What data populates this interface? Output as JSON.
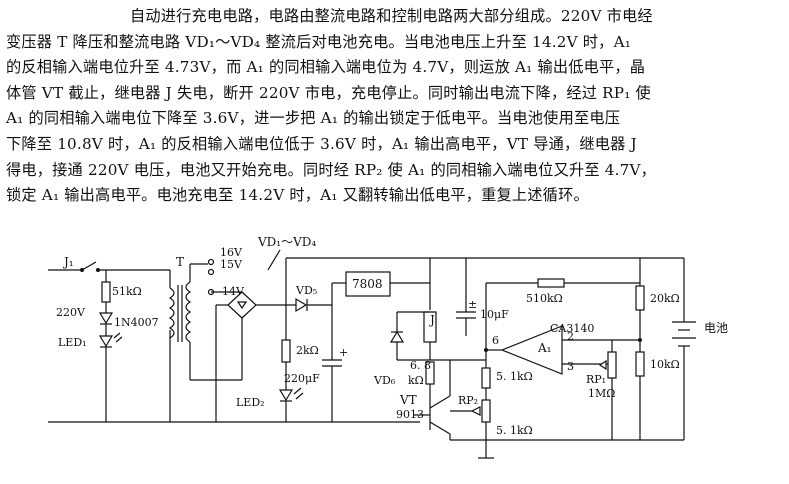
{
  "paragraph": {
    "lines": [
      "自动进行充电电路，电路由整流电路和控制电路两大部分组成。220V 市电经",
      "变压器 T 降压和整流电路 VD₁～VD₄ 整流后对电池充电。当电池电压上升至 14.2V 时，A₁",
      "的反相输入端电位升至 4.73V，而 A₁ 的同相输入端电位为 4.7V，则运放 A₁ 输出低电平，晶",
      "体管 VT 截止，继电器 J 失电，断开 220V 市电，充电停止。同时输出电流下降，经过 RP₁ 使",
      "A₁ 的同相输入端电位下降至 3.6V，进一步把 A₁ 的输出锁定于低电平。当电池使用至电压",
      "下降至 10.8V 时，A₁ 的反相输入端电位低于 3.6V 时，A₁ 输出高电平，VT 导通，继电器 J",
      "得电，接通 220V 电压，电池又开始充电。同时经 RP₂ 使 A₁ 的同相输入端电位又升至 4.7V，",
      "锁定 A₁ 输出高电平。电池充电至 14.2V 时，A₁ 又翻转输出低电平，重复上述循环。"
    ]
  },
  "schematic": {
    "labels": {
      "j1": "J₁",
      "mains": "220V",
      "r51k": "51kΩ",
      "d1n4007": "1N4007",
      "led1": "LED₁",
      "t": "T",
      "tap16": "16V",
      "tap15": "15V",
      "tap14": "14V",
      "bridge": "VD₁～VD₄",
      "vd5": "VD₅",
      "reg": "7808",
      "r510k": "510kΩ",
      "r20k": "20kΩ",
      "j": "J",
      "c10u": "10μF",
      "c10u_pol": "±",
      "opamp": "CA3140",
      "a1": "A₁",
      "pin2": "2",
      "pin3": "3",
      "pin6": "6",
      "r2k": "2kΩ",
      "c220u": "220μF",
      "c220u_pol": "+",
      "r68k_a": "6. 8",
      "r68k_b": "kΩ",
      "r51k_a": "5. 1kΩ",
      "vd6": "VD₆",
      "led2": "LED₂",
      "vt": "VT",
      "vt_part": "9013",
      "rp2": "RP₂",
      "r51k_b": "5. 1kΩ",
      "rp1": "RP₁",
      "rp1_val": "1MΩ",
      "r10k": "10kΩ",
      "battery": "电池"
    }
  }
}
